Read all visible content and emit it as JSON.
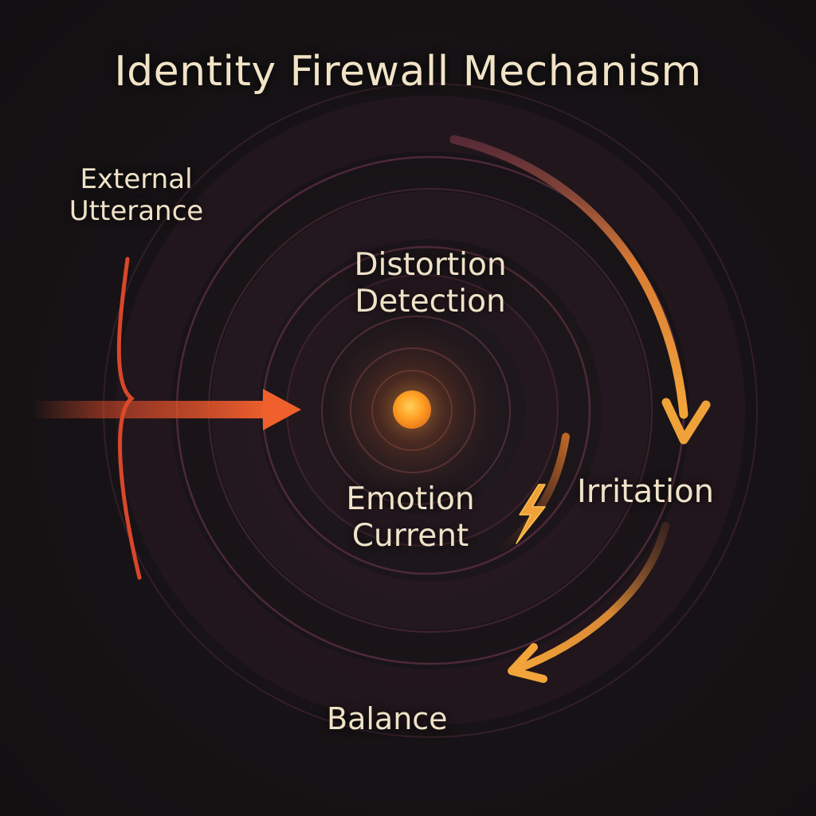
{
  "title": "Identity Firewall Mechanism",
  "nodes": {
    "external": [
      "External",
      "Utterance"
    ],
    "distortion": [
      "Distortion",
      "Detection"
    ],
    "emotion": [
      "Emotion",
      "Current"
    ],
    "irritation": "Irritation",
    "balance": "Balance"
  },
  "colors": {
    "background": "#141113",
    "text": "#efe2c8",
    "input_arrow": "#e8542a",
    "flow_arrow": "#f0a23a",
    "core": "#ffa526",
    "rings": "#6a3448"
  },
  "icons": {
    "core": "glowing-core-icon",
    "spark": "lightning-bolt-icon"
  }
}
